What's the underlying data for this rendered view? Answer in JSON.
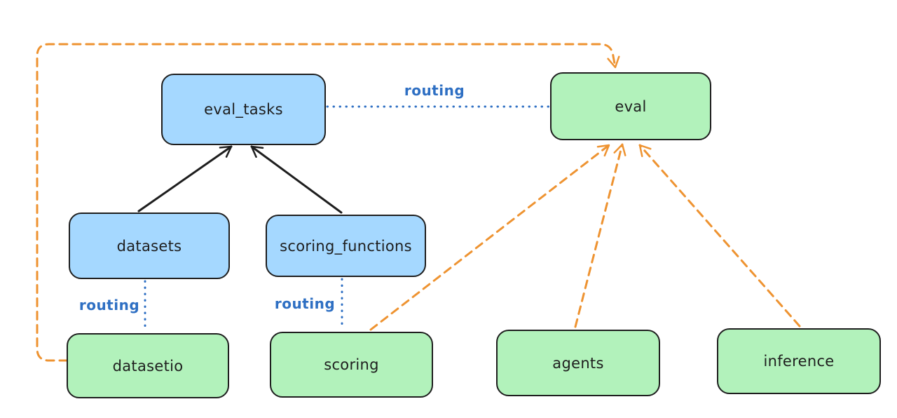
{
  "colors": {
    "blue_fill": "#a5d8ff",
    "green_fill": "#b2f2bb",
    "stroke": "#1e1e1e",
    "routing_blue": "#2e6fc3",
    "orange": "#ee9331"
  },
  "nodes": {
    "eval_tasks": {
      "label": "eval_tasks",
      "color": "blue"
    },
    "eval": {
      "label": "eval",
      "color": "green"
    },
    "datasets": {
      "label": "datasets",
      "color": "blue"
    },
    "scoring_functions": {
      "label": "scoring_functions",
      "color": "blue"
    },
    "datasetio": {
      "label": "datasetio",
      "color": "green"
    },
    "scoring": {
      "label": "scoring",
      "color": "green"
    },
    "agents": {
      "label": "agents",
      "color": "green"
    },
    "inference": {
      "label": "inference",
      "color": "green"
    }
  },
  "edges": [
    {
      "from": "datasets",
      "to": "eval_tasks",
      "style": "solid-black-arrow",
      "label": ""
    },
    {
      "from": "scoring_functions",
      "to": "eval_tasks",
      "style": "solid-black-arrow",
      "label": ""
    },
    {
      "from": "eval_tasks",
      "to": "eval",
      "style": "dotted-blue",
      "label": "routing"
    },
    {
      "from": "datasets",
      "to": "datasetio",
      "style": "dotted-blue",
      "label": "routing"
    },
    {
      "from": "scoring_functions",
      "to": "scoring",
      "style": "dotted-blue",
      "label": "routing"
    },
    {
      "from": "datasetio",
      "to": "eval",
      "style": "dashed-orange-arrow",
      "label": ""
    },
    {
      "from": "scoring",
      "to": "eval",
      "style": "dashed-orange-arrow",
      "label": ""
    },
    {
      "from": "agents",
      "to": "eval",
      "style": "dashed-orange-arrow",
      "label": ""
    },
    {
      "from": "inference",
      "to": "eval",
      "style": "dashed-orange-arrow",
      "label": ""
    }
  ]
}
